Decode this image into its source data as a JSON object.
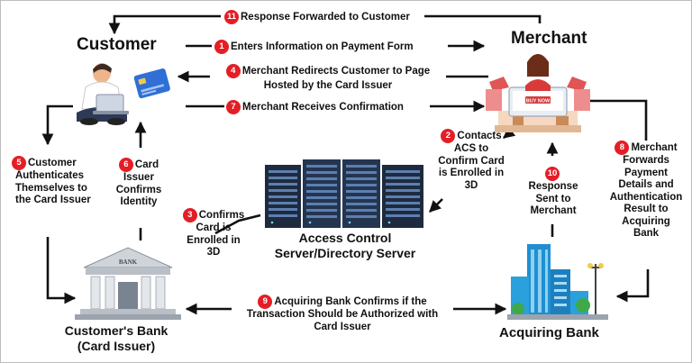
{
  "actors": {
    "customer": "Customer",
    "merchant": "Merchant",
    "acs_line1": "Access Control",
    "acs_line2": "Server/Directory Server",
    "customers_bank_line1": "Customer's Bank",
    "customers_bank_line2": "(Card Issuer)",
    "acquiring_bank": "Acquiring Bank",
    "bank_sign": "BANK",
    "buy_now": "BUY NOW"
  },
  "steps": [
    {
      "num": "1",
      "lines": [
        "Enters Information on Payment Form"
      ]
    },
    {
      "num": "2",
      "lines": [
        "Contacts",
        "ACS to",
        "Confirm Card",
        "is Enrolled in",
        "3D"
      ]
    },
    {
      "num": "3",
      "lines": [
        "Confirms",
        "Card is",
        "Enrolled in",
        "3D"
      ]
    },
    {
      "num": "4",
      "lines": [
        "Merchant Redirects Customer to Page",
        "Hosted by the Card Issuer"
      ]
    },
    {
      "num": "5",
      "lines": [
        "Customer",
        "Authenticates",
        "Themselves to",
        "the Card Issuer"
      ]
    },
    {
      "num": "6",
      "lines": [
        "Card",
        "Issuer",
        "Confirms",
        "Identity"
      ]
    },
    {
      "num": "7",
      "lines": [
        "Merchant Receives Confirmation"
      ]
    },
    {
      "num": "8",
      "lines": [
        "Merchant",
        "Forwards",
        "Payment",
        "Details and",
        "Authentication",
        "Result to",
        "Acquiring",
        "Bank"
      ]
    },
    {
      "num": "9",
      "lines": [
        "Acquiring Bank Confirms if the",
        "Transaction Should be Authorized with",
        "Card Issuer"
      ]
    },
    {
      "num": "10",
      "lines": [
        "Response",
        "Sent to",
        "Merchant"
      ]
    },
    {
      "num": "11",
      "lines": [
        "Response Forwarded to Customer"
      ]
    }
  ],
  "colors": {
    "badge": "#e41e25",
    "arrow": "#111111",
    "accent": "#2f6fd6"
  }
}
